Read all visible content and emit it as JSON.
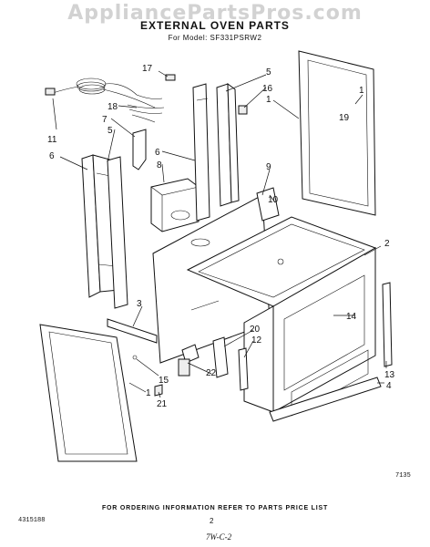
{
  "header": {
    "watermark": "AppliancePartsPros.com",
    "title": "EXTERNAL OVEN PARTS",
    "subtitle": "For Model: SF331PSRW2"
  },
  "footer": {
    "note": "FOR ORDERING INFORMATION REFER TO PARTS PRICE LIST",
    "doc_number": "4315188",
    "page_number": "2",
    "signature": "7W-C-2"
  },
  "figure_code": "7135",
  "callouts": {
    "c1": "1",
    "c1b": "1",
    "c1c": "1",
    "c2": "2",
    "c3": "3",
    "c4": "4",
    "c5": "5",
    "c5b": "5",
    "c6": "6",
    "c6b": "6",
    "c7": "7",
    "c8": "8",
    "c9": "9",
    "c10": "10",
    "c11": "11",
    "c12": "12",
    "c13": "13",
    "c14": "14",
    "c15": "15",
    "c16": "16",
    "c17": "17",
    "c18": "18",
    "c19": "19",
    "c20": "20",
    "c21": "21",
    "c22": "22"
  }
}
